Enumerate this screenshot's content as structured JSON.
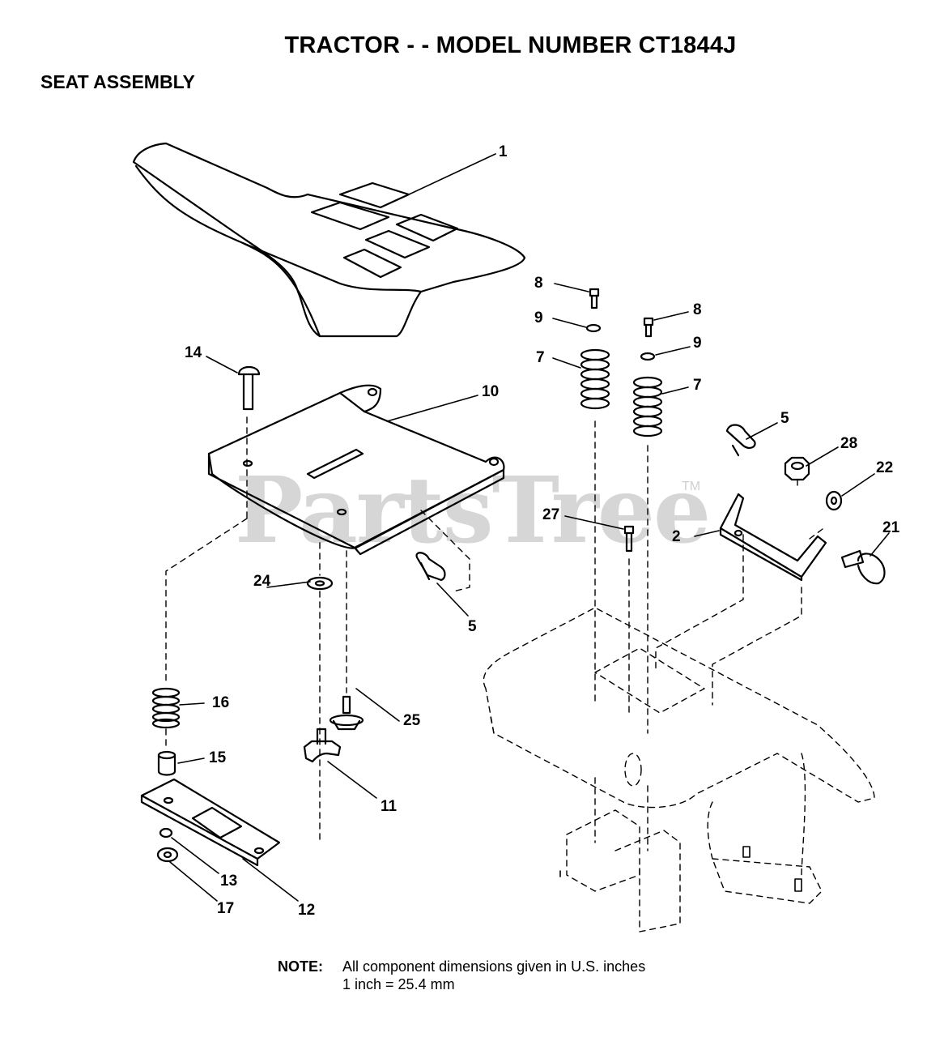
{
  "title": "TRACTOR - - MODEL NUMBER CT1844J",
  "subtitle": "SEAT ASSEMBLY",
  "watermark": "PartsTree",
  "trademark": "TM",
  "note": {
    "label": "NOTE:",
    "line1": "All component dimensions given in U.S. inches",
    "line2": "1 inch = 25.4 mm"
  },
  "callouts": [
    "1",
    "14",
    "10",
    "8",
    "9",
    "7",
    "8",
    "9",
    "7",
    "5",
    "28",
    "22",
    "27",
    "2",
    "21",
    "24",
    "5",
    "16",
    "25",
    "15",
    "11",
    "13",
    "12",
    "17"
  ]
}
